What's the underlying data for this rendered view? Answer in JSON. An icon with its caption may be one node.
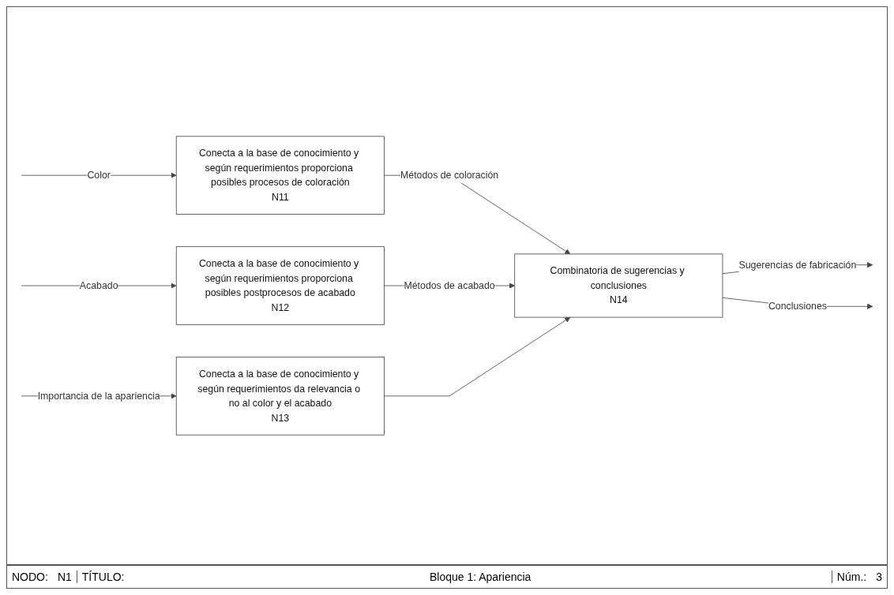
{
  "diagram": {
    "nodes": [
      {
        "text": [
          "Conecta a la base de conocimiento y según requerimientos proporciona posibles procesos de coloración",
          "N11"
        ]
      },
      {
        "text": [
          "Conecta a la base de conocimiento y según requerimientos proporciona posibles postprocesos de acabado",
          "N12"
        ]
      },
      {
        "text": [
          "Conecta a la base de conocimiento y según requerimientos da relevancia o no al color y el acabado",
          "N13"
        ]
      },
      {
        "text": [
          "Combinatoria de sugerencias y conclusiones",
          "N14"
        ]
      }
    ],
    "edges": [
      {
        "from": null,
        "to": 0,
        "arrow": "to",
        "label": "Color"
      },
      {
        "from": null,
        "to": 1,
        "arrow": "to",
        "label": "Acabado"
      },
      {
        "from": null,
        "to": 2,
        "arrow": "to",
        "label": "Importancia de la apariencia"
      },
      {
        "from": 0,
        "to": 3,
        "arrow": "to",
        "label": "Métodos de coloración"
      },
      {
        "from": 1,
        "to": 3,
        "arrow": "to",
        "label": "Métodos de acabado"
      },
      {
        "from": 2,
        "to": 3,
        "arrow": "to"
      },
      {
        "from": 3,
        "to": null,
        "arrow": "to",
        "label": "Sugerencias de fabricación"
      },
      {
        "from": 3,
        "to": null,
        "arrow": "to",
        "label": "Conclusiones"
      }
    ],
    "labels": [
      "NODO:",
      "N1",
      "TÍTULO:",
      "Bloque 1: Apariencia",
      "Núm.:",
      "3"
    ]
  }
}
